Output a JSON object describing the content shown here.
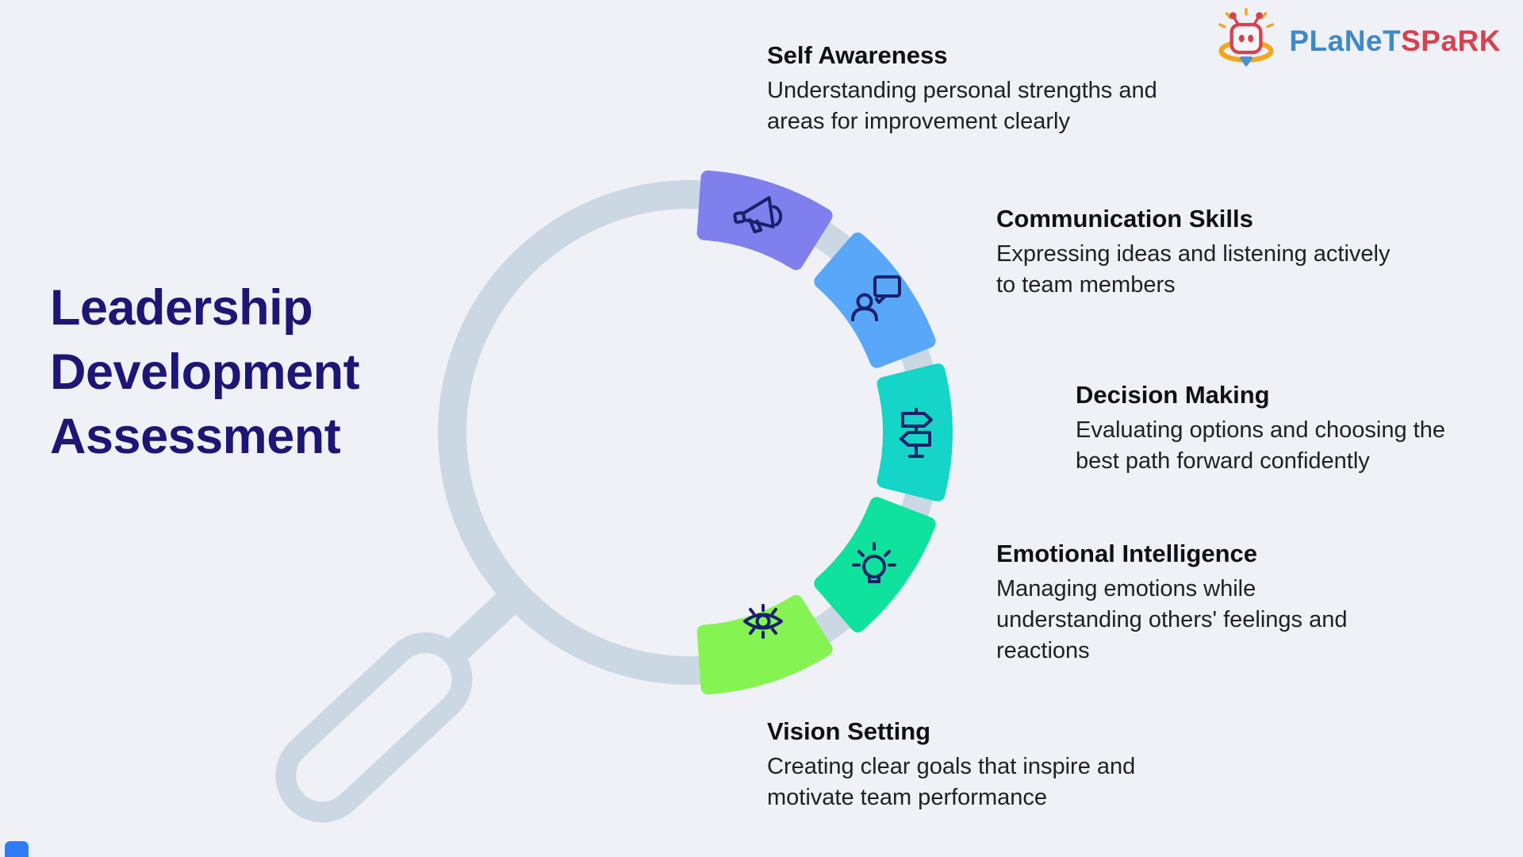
{
  "page": {
    "background": "#eff1f7"
  },
  "logo": {
    "brand_part1": "PLaNeT",
    "brand_part2": "SPaRK",
    "blue": "#3e89c9",
    "red": "#d8414f",
    "yellow": "#f2a71f"
  },
  "title": {
    "lines": [
      "Leadership",
      "Development",
      "Assessment"
    ],
    "color": "#1e1674"
  },
  "magnifier": {
    "ring_color": "#cbd7e2",
    "icon_stroke": "#1b206b"
  },
  "corner_accent_color": "#2f7df6",
  "segments": [
    {
      "label": "Self Awareness",
      "desc_lines": [
        "Understanding personal strengths and",
        "areas for improvement clearly",
        ""
      ],
      "color": "#7f80ee",
      "icon": "megaphone-icon"
    },
    {
      "label": "Communication Skills",
      "desc_lines": [
        "Expressing ideas and listening actively",
        "to team members",
        ""
      ],
      "color": "#58a7f8",
      "icon": "person-chat-icon"
    },
    {
      "label": "Decision Making",
      "desc_lines": [
        "Evaluating options and choosing the",
        "best path forward confidently",
        ""
      ],
      "color": "#14d5c7",
      "icon": "signpost-icon"
    },
    {
      "label": "Emotional Intelligence",
      "desc_lines": [
        "Managing emotions while",
        "understanding others' feelings and",
        "reactions"
      ],
      "color": "#0ee29c",
      "icon": "lightbulb-icon"
    },
    {
      "label": "Vision Setting",
      "desc_lines": [
        "Creating clear goals that inspire and",
        "motivate team performance",
        ""
      ],
      "color": "#85f351",
      "icon": "eye-icon"
    }
  ]
}
